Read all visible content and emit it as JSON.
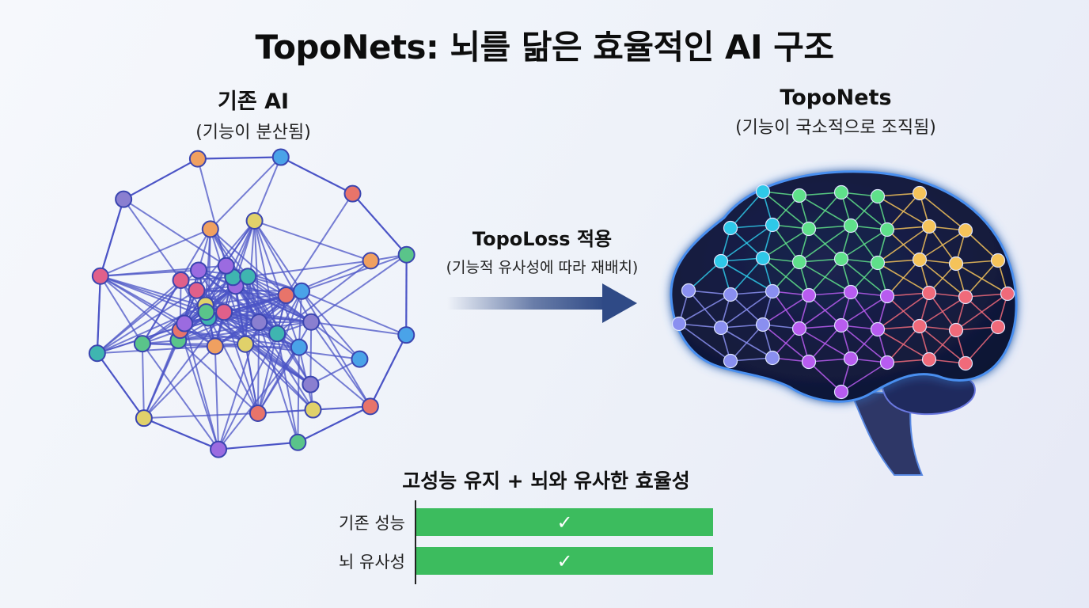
{
  "title": "TopoNets: 뇌를 닮은 효율적인 AI 구조",
  "left_panel": {
    "heading": "기존 AI",
    "subheading": "(기능이 분산됨)"
  },
  "right_panel": {
    "heading": "TopoNets",
    "subheading": "(기능이 국소적으로 조직됨)"
  },
  "transition": {
    "label": "TopoLoss 적용",
    "sublabel": "(기능적 유사성에 따라 재배치)"
  },
  "performance": {
    "title": "고성능 유지 + 뇌와 유사한 효율성",
    "rows": [
      {
        "label": "기존 성능",
        "mark": "✓"
      },
      {
        "label": "뇌 유사성",
        "mark": "✓"
      }
    ]
  },
  "colors": {
    "bar": "#3cbc5e",
    "network_line": "#4b54c6",
    "arrow": "#2f4a86",
    "node_palette": [
      "#4aa3e8",
      "#e8746a",
      "#5ac48a",
      "#9b6be0",
      "#e0d16a",
      "#3fb5b0",
      "#e0608a",
      "#8a7fd0",
      "#f0a060"
    ],
    "brain_regions": [
      "#2ec8e8",
      "#5fe08a",
      "#f5c35a",
      "#8a8ff0",
      "#b85cf0",
      "#f06a7a"
    ]
  }
}
